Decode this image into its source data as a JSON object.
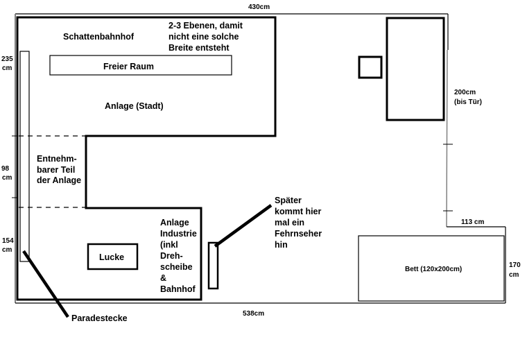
{
  "dimensions": {
    "top": "430cm",
    "bottom": "538cm",
    "left_top": [
      "235",
      "cm"
    ],
    "left_middle": [
      "98",
      "cm"
    ],
    "left_bottom": [
      "154",
      "cm"
    ],
    "right_upper": [
      "200cm",
      "(bis Tür)"
    ],
    "right_step": "113 cm",
    "right_lower": [
      "170",
      "cm"
    ]
  },
  "labels": {
    "schattenbahnhof": "Schattenbahnhof",
    "ebenen_note": [
      "2-3 Ebenen, damit",
      "nicht eine solche",
      "Breite entsteht"
    ],
    "freier_raum": "Freier Raum",
    "anlage_stadt": "Anlage (Stadt)",
    "entnehmbar": [
      "Entnehm-",
      "barer Teil",
      "der Anlage"
    ],
    "anlage_industrie": [
      "Anlage",
      "Industrie",
      "(inkl",
      "Dreh-",
      "scheibe",
      "&",
      "Bahnhof"
    ],
    "lucke": "Lucke",
    "fernseher_note": [
      "Später",
      "kommt hier",
      "mal ein",
      "Fehrnseher",
      "hin"
    ],
    "bett": "Bett (120x200cm)",
    "paradestecke": "Paradestecke"
  },
  "colors": {
    "line": "#000000",
    "wall": "#808080"
  }
}
